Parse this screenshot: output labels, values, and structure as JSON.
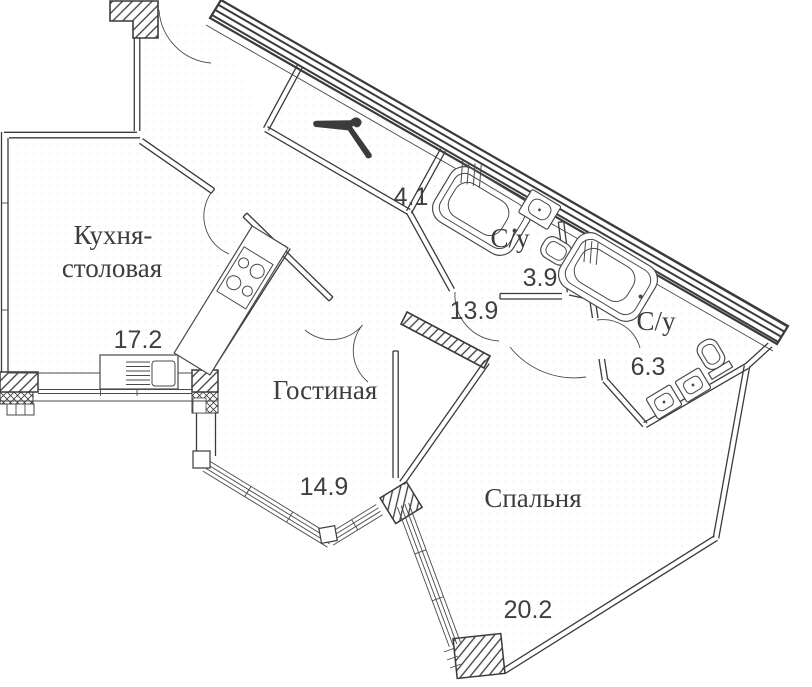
{
  "rooms": {
    "kitchen": {
      "name_line1": "Кухня-",
      "name_line2": "столовая",
      "area": "17.2"
    },
    "living": {
      "name": "Гостиная",
      "area": "14.9"
    },
    "bedroom": {
      "name": "Спальня",
      "area": "20.2"
    },
    "bath_small": {
      "name": "С/у",
      "area": "3.9"
    },
    "bath_large": {
      "name": "С/у",
      "area": "6.3"
    },
    "hallway": {
      "area": "13.9"
    },
    "wardrobe": {
      "area": "4.1"
    }
  },
  "icons": {
    "wardrobe": "hanger-icon"
  },
  "colors": {
    "wall": "#3b3b3b",
    "fixture": "#4a4a4a",
    "text": "#3d3d3d",
    "background": "#ffffff"
  }
}
